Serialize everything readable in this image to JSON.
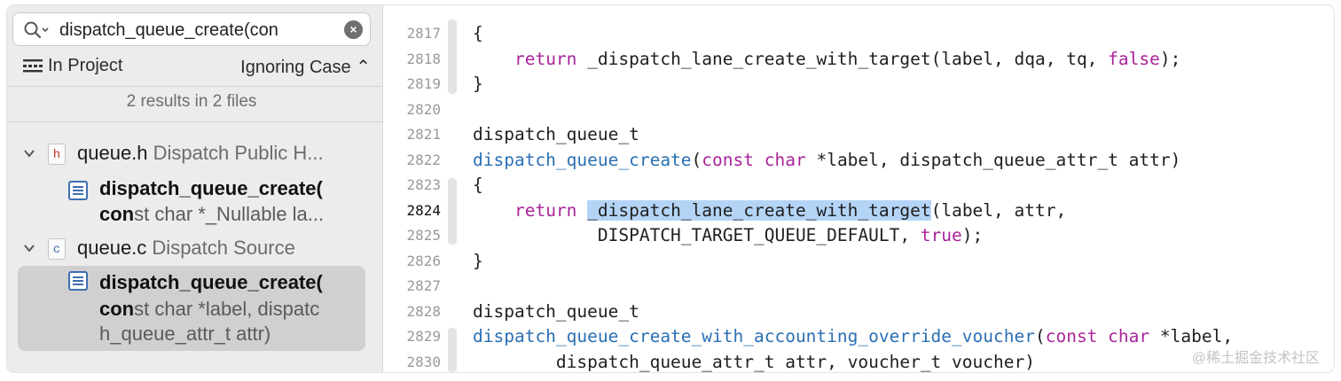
{
  "search": {
    "value": "dispatch_queue_create(con",
    "clear_glyph": "×"
  },
  "scope": {
    "label": "In Project",
    "case_label": "Ignoring Case ⌃"
  },
  "results_summary": "2 results in 2 files",
  "files": [
    {
      "icon_letter": "h",
      "name": "queue.h",
      "desc": "Dispatch Public H...",
      "match": {
        "line1": "dispatch_queue_create(",
        "line2_bold": "con",
        "line2_rest": "st char *_Nullable la..."
      }
    },
    {
      "icon_letter": "c",
      "name": "queue.c",
      "desc": "Dispatch Source",
      "match": {
        "line1": "dispatch_queue_create(",
        "line2_bold": "con",
        "line2_rest": "st char *label, dispatc",
        "line3": "h_queue_attr_t attr)"
      }
    }
  ],
  "editor": {
    "line_numbers": [
      "2817",
      "2818",
      "2819",
      "2820",
      "2821",
      "2822",
      "2823",
      "2824",
      "2825",
      "2826",
      "2827",
      "2828",
      "2829",
      "2830"
    ],
    "current_line": "2824",
    "code": [
      {
        "t": "{"
      },
      {
        "a": "    ",
        "kw": "return",
        "b": " _dispatch_lane_create_with_target(label, dqa, tq, ",
        "kw2": "false",
        "c": ");"
      },
      {
        "t": "}"
      },
      {
        "t": ""
      },
      {
        "t": "dispatch_queue_t"
      },
      {
        "fn": "dispatch_queue_create",
        "b": "(",
        "kw": "const",
        "c": " ",
        "kw2": "char",
        "d": " *label, dispatch_queue_attr_t attr)"
      },
      {
        "t": "{"
      },
      {
        "a": "    ",
        "kw": "return",
        "b": " ",
        "hl": "_dispatch_lane_create_with_target",
        "c": "(label, attr,"
      },
      {
        "a": "            DISPATCH_TARGET_QUEUE_DEFAULT, ",
        "kw": "true",
        "b": ");"
      },
      {
        "t": "}"
      },
      {
        "t": ""
      },
      {
        "t": "dispatch_queue_t"
      },
      {
        "fn": "dispatch_queue_create_with_accounting_override_voucher",
        "b": "(",
        "kw": "const",
        "c": " ",
        "kw2": "char",
        "d": " *label,"
      },
      {
        "t": "        dispatch_queue_attr_t attr, voucher_t voucher)"
      }
    ]
  },
  "watermark": "@稀土掘金技术社区"
}
